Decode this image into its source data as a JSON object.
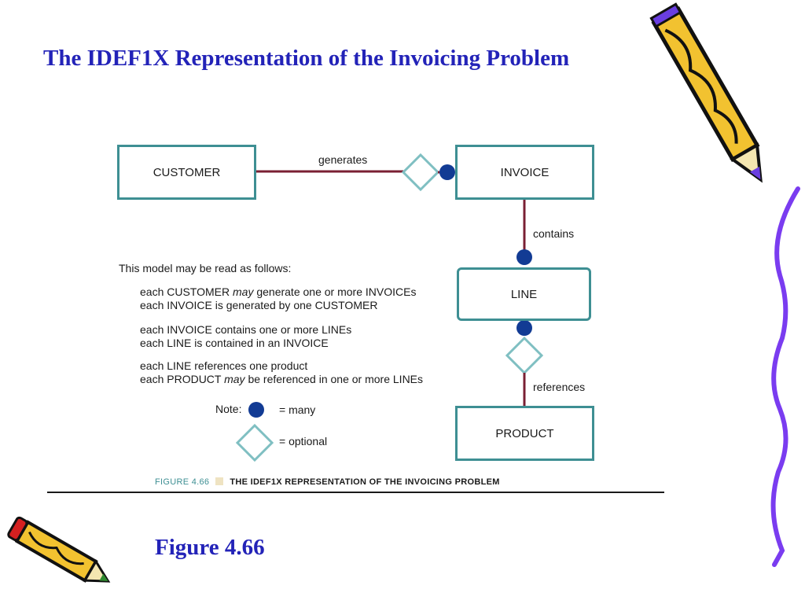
{
  "slide": {
    "title": "The IDEF1X Representation of the Invoicing Problem",
    "figure_label": "Figure 4.66"
  },
  "diagram": {
    "entities": {
      "customer": "CUSTOMER",
      "invoice": "INVOICE",
      "line": "LINE",
      "product": "PRODUCT"
    },
    "relationships": {
      "generates": "generates",
      "contains": "contains",
      "references": "references"
    },
    "model_reading": {
      "intro": "This model may be read as follows:",
      "statements": [
        {
          "before": "each CUSTOMER ",
          "emphasis": "may",
          "after": " generate one or more INVOICEs"
        },
        {
          "text": "each INVOICE is generated by one CUSTOMER"
        },
        {
          "text": "each INVOICE contains one or more LINEs"
        },
        {
          "text": "each LINE is contained in an INVOICE"
        },
        {
          "text": "each LINE references one product"
        },
        {
          "before": "each PRODUCT ",
          "emphasis": "may",
          "after": " be referenced in one or more LINEs"
        }
      ]
    },
    "legend": {
      "note": "Note:",
      "many": "= many",
      "optional": "= optional"
    },
    "caption": {
      "number": "FIGURE 4.66",
      "title": "THE IDEF1X REPRESENTATION OF THE INVOICING PROBLEM"
    },
    "colors": {
      "entity_border": "#3e8f93",
      "connector": "#7a1f33",
      "many_dot": "#123b94",
      "title": "#2323b8"
    }
  },
  "decorations": {
    "icons": [
      "pencil-icon",
      "pencil-icon",
      "wavy-line"
    ]
  }
}
